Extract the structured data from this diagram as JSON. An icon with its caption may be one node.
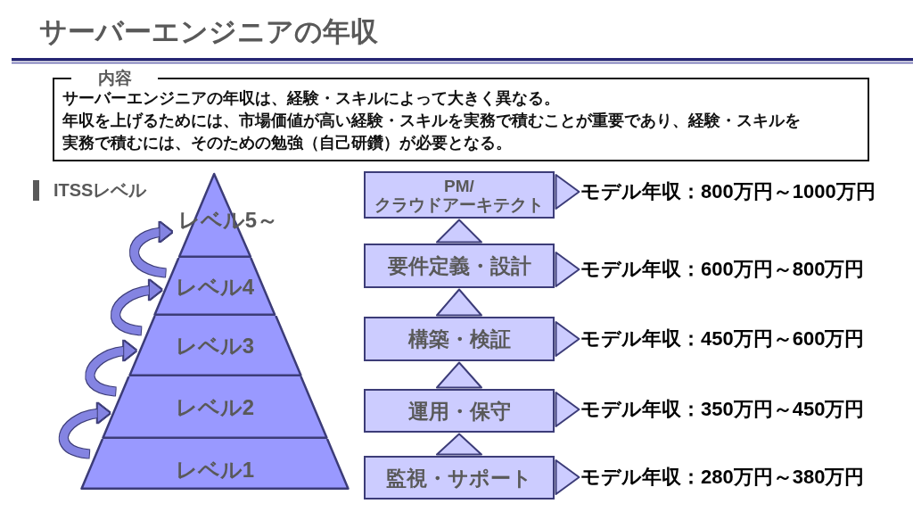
{
  "diagram": {
    "title": "サーバーエンジニアの年収",
    "nodes": [
      {
        "text": [
          "内容",
          "サーバーエンジニアの年収は、経験・スキルによって大きく異なる。",
          "年収を上げるためには、市場価値が高い経験・スキルを実務で積むことが重要であり、経験・スキルを実務で積むには、そのための勉強（自己研鑽）が必要となる。"
        ]
      },
      {
        "text": [
          "レベル5～"
        ]
      },
      {
        "text": [
          "レベル4"
        ]
      },
      {
        "text": [
          "レベル3"
        ]
      },
      {
        "text": [
          "レベル2"
        ]
      },
      {
        "text": [
          "レベル1"
        ]
      },
      {
        "text": [
          "PM/ クラウドアーキテクト"
        ]
      },
      {
        "text": [
          "要件定義・設計"
        ]
      },
      {
        "text": [
          "構築・検証"
        ]
      },
      {
        "text": [
          "運用・保守"
        ]
      },
      {
        "text": [
          "監視・サポート"
        ]
      },
      {
        "text": [
          "モデル年収：800万円～1000万円"
        ]
      },
      {
        "text": [
          "モデル年収：600万円～800万円"
        ]
      },
      {
        "text": [
          "モデル年収：450万円～600万円"
        ]
      },
      {
        "text": [
          "モデル年収：350万円～450万円"
        ]
      },
      {
        "text": [
          "モデル年収：280万円～380万円"
        ]
      }
    ],
    "edges": [
      {
        "from": 5,
        "to": 4,
        "arrow": "to",
        "color": "#8484e2"
      },
      {
        "from": 4,
        "to": 3,
        "arrow": "to",
        "color": "#8484e2"
      },
      {
        "from": 3,
        "to": 2,
        "arrow": "to",
        "color": "#8484e2"
      },
      {
        "from": 2,
        "to": 1,
        "arrow": "to",
        "color": "#8484e2"
      },
      {
        "from": 7,
        "to": 6,
        "arrow": "to"
      },
      {
        "from": 8,
        "to": 7,
        "arrow": "to"
      },
      {
        "from": 9,
        "to": 8,
        "arrow": "to"
      },
      {
        "from": 10,
        "to": 9,
        "arrow": "to"
      },
      {
        "from": 6,
        "to": 11,
        "arrow": "to"
      },
      {
        "from": 7,
        "to": 12,
        "arrow": "to"
      },
      {
        "from": 8,
        "to": 13,
        "arrow": "to"
      },
      {
        "from": 9,
        "to": 14,
        "arrow": "to"
      },
      {
        "from": 10,
        "to": 15,
        "arrow": "to"
      }
    ],
    "labels": [
      "ITSSレベル"
    ]
  }
}
